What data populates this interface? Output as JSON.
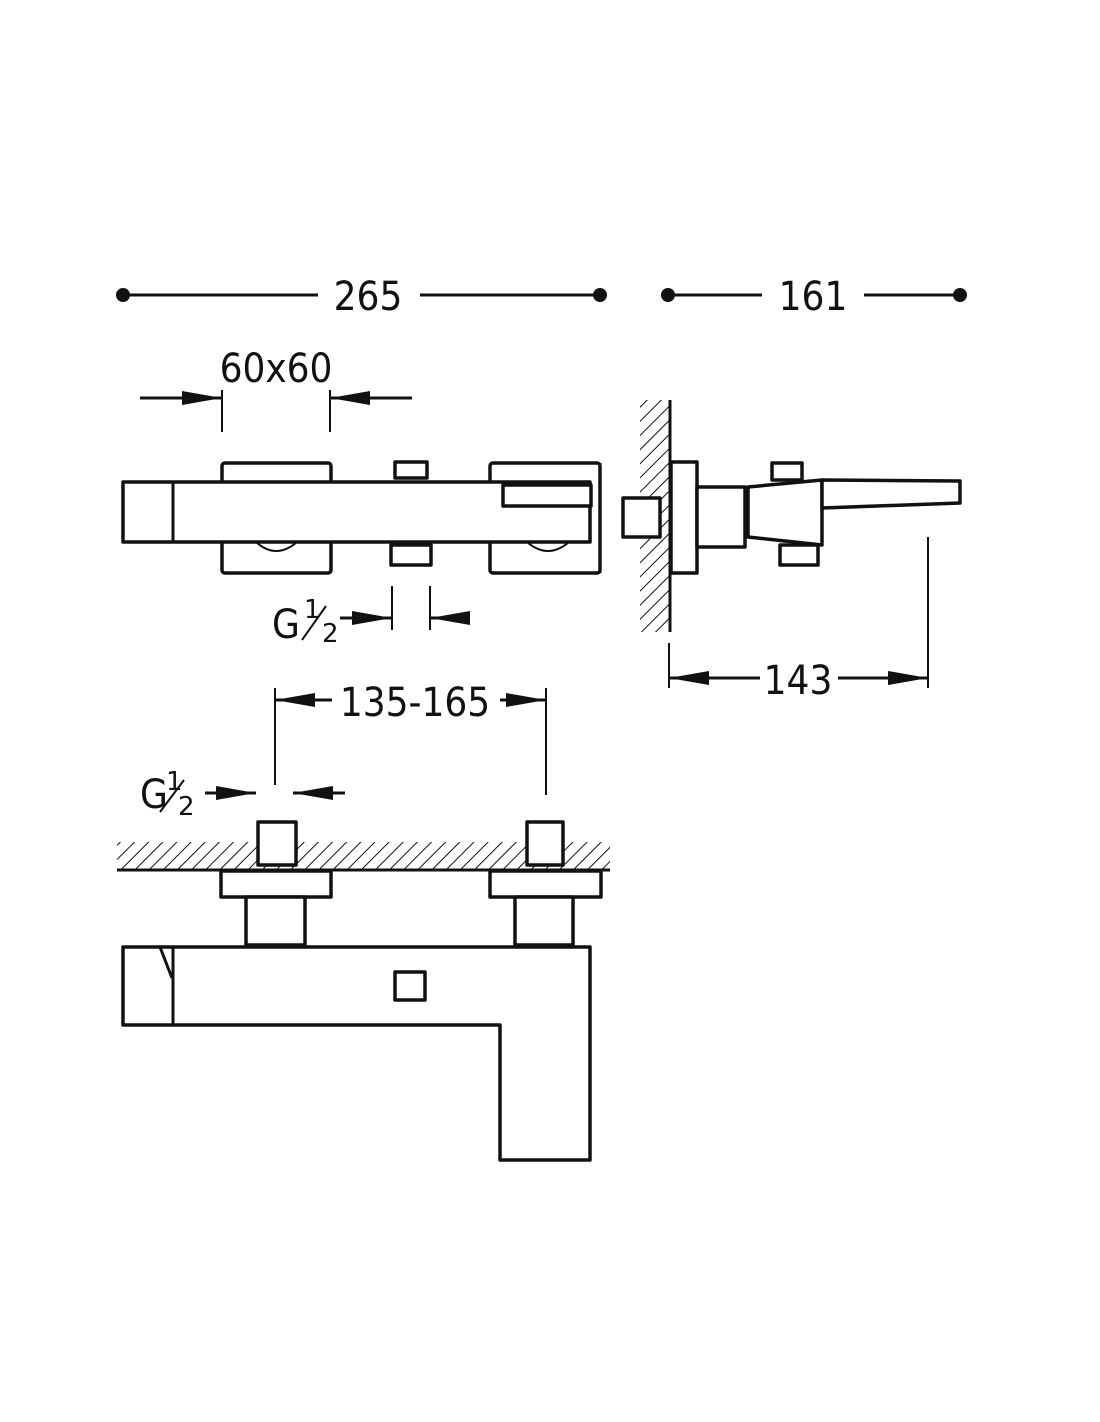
{
  "dimensions": {
    "overall_width": "265",
    "overall_depth": "161",
    "handle_size": "60x60",
    "connection_thread_top": "G",
    "connection_thread_bottom": "G",
    "thread_fraction_num": "1",
    "thread_fraction_den": "2",
    "spout_projection": "143",
    "inlet_spacing": "135-165"
  },
  "colors": {
    "line": "#111111",
    "background": "#ffffff"
  }
}
